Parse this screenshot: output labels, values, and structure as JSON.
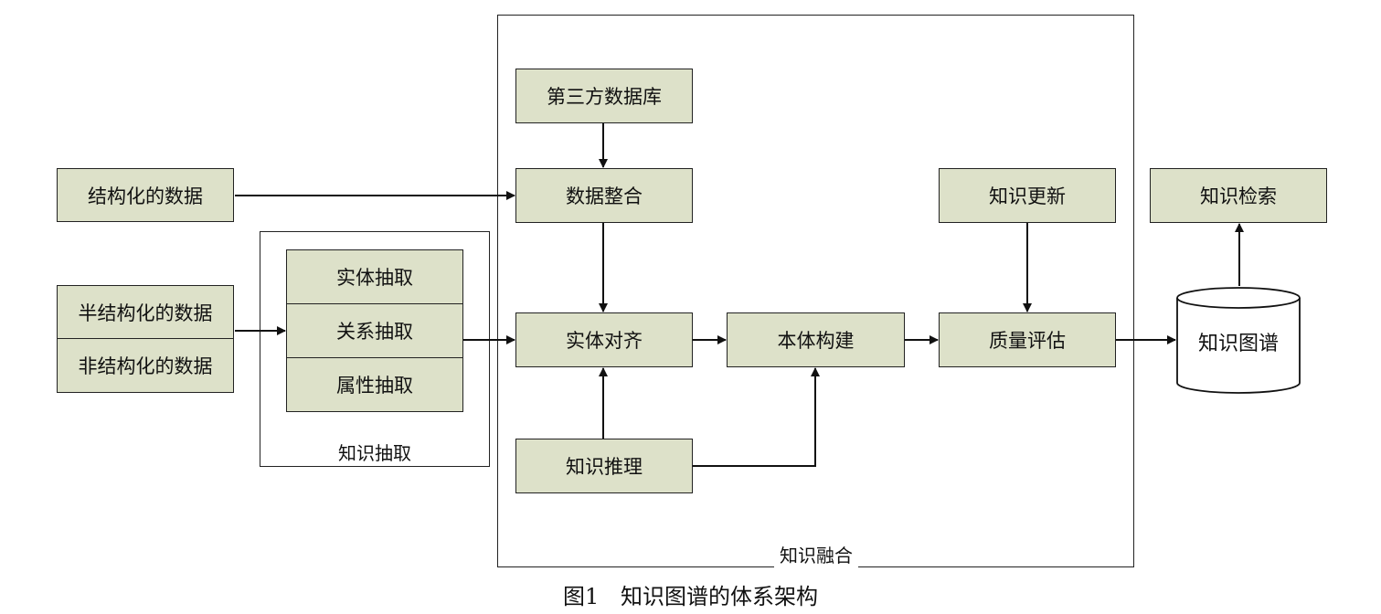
{
  "sources": {
    "structured": "结构化的数据",
    "semi_structured": "半结构化的数据",
    "unstructured": "非结构化的数据"
  },
  "extraction": {
    "title": "知识抽取",
    "entity": "实体抽取",
    "relation": "关系抽取",
    "attribute": "属性抽取"
  },
  "fusion": {
    "title": "知识融合",
    "third_party_db": "第三方数据库",
    "data_integration": "数据整合",
    "entity_alignment": "实体对齐",
    "ontology_construction": "本体构建",
    "quality_evaluation": "质量评估",
    "knowledge_update": "知识更新",
    "knowledge_reasoning": "知识推理"
  },
  "output": {
    "knowledge_graph": "知识图谱",
    "knowledge_retrieval": "知识检索"
  },
  "caption": {
    "number": "图1",
    "text": "知识图谱的体系架构"
  }
}
